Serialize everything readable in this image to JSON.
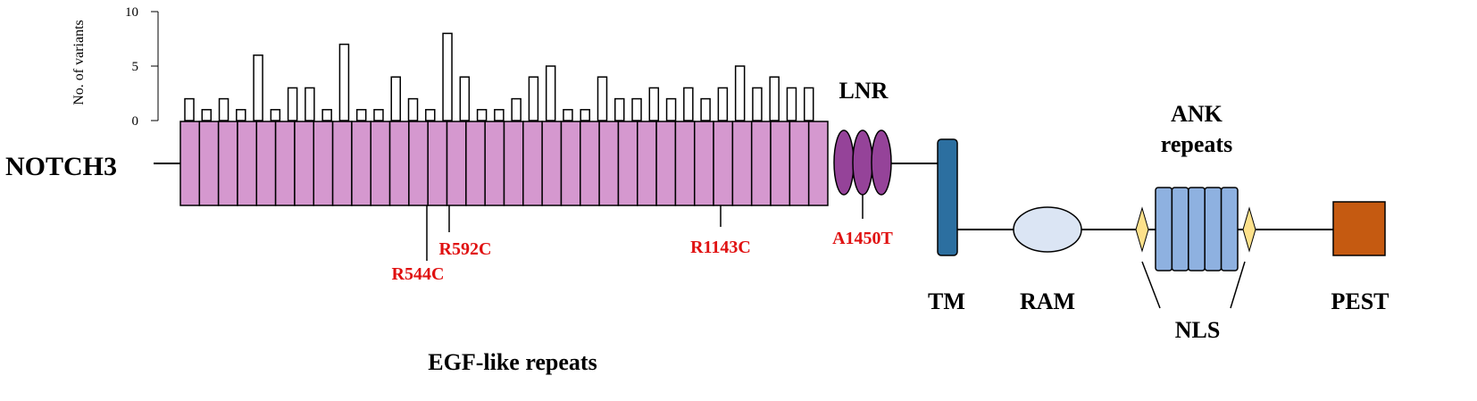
{
  "protein": {
    "name": "NOTCH3"
  },
  "histogram": {
    "ylabel": "No. of variants",
    "ylim": [
      0,
      10
    ],
    "yticks": [
      "0",
      "5",
      "10"
    ],
    "counts": [
      2,
      1,
      2,
      1,
      6,
      1,
      3,
      3,
      1,
      7,
      1,
      1,
      4,
      2,
      1,
      8,
      4,
      1,
      1,
      2,
      4,
      5,
      1,
      1,
      4,
      2,
      2,
      3,
      2,
      3,
      2,
      3,
      5,
      3,
      4,
      3,
      3
    ]
  },
  "egf": {
    "label": "EGF-like repeats",
    "repeat_count": 34,
    "color": "#d598cf"
  },
  "lnr": {
    "label": "LNR",
    "count": 3,
    "color": "#954399"
  },
  "tm": {
    "label": "TM",
    "color": "#2c6fa0"
  },
  "ram": {
    "label": "RAM",
    "color": "#dbe5f4"
  },
  "ank": {
    "label_line1": "ANK",
    "label_line2": "repeats",
    "count": 5,
    "color": "#8eb1e0"
  },
  "nls": {
    "label": "NLS",
    "color": "#fde18b"
  },
  "pest": {
    "label": "PEST",
    "color": "#c55a11"
  },
  "variants": [
    {
      "label": "R544C",
      "color": "#e01010"
    },
    {
      "label": "R592C",
      "color": "#e01010"
    },
    {
      "label": "R1143C",
      "color": "#e01010"
    },
    {
      "label": "A1450T",
      "color": "#e01010"
    }
  ]
}
